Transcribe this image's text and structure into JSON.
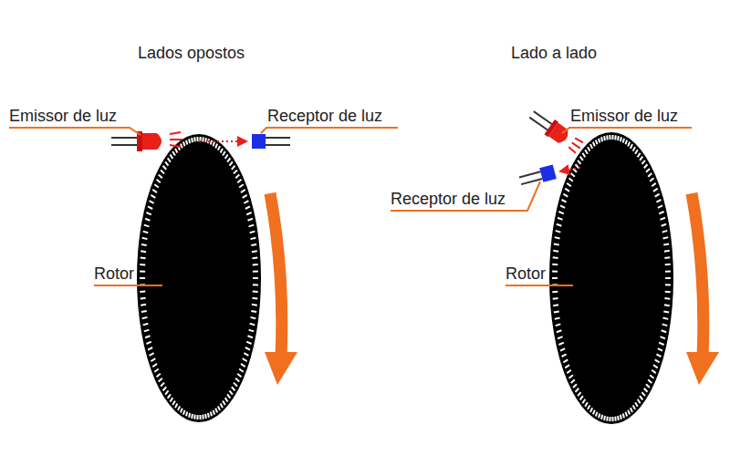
{
  "diagram": {
    "labels": [
      "Lados opostos",
      "Emissor de luz",
      "Receptor de luz",
      "Rotor",
      "Lado a lado",
      "Emissor de luz",
      "Receptor de luz",
      "Rotor"
    ]
  }
}
